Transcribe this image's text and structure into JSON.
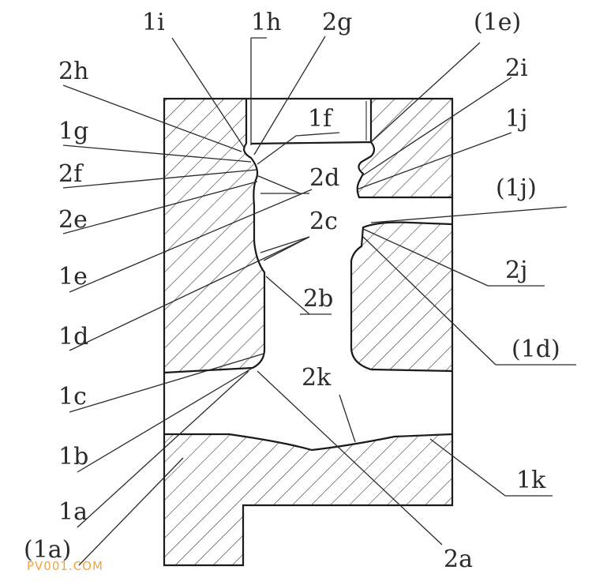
{
  "labels": {
    "l1i": "1i",
    "l1h": "1h",
    "l2g": "2g",
    "l1e_paren_top": "(1e)",
    "l2h": "2h",
    "l2i": "2i",
    "l1f": "1f",
    "l1j": "1j",
    "l1g": "1g",
    "l2f": "2f",
    "l2d": "2d",
    "l1j_paren": "(1j)",
    "l2e": "2e",
    "l2c": "2c",
    "l1e": "1e",
    "l2j": "2j",
    "l2b": "2b",
    "l1d": "1d",
    "l1d_paren": "(1d)",
    "l2k": "2k",
    "l1c": "1c",
    "l1b": "1b",
    "l1k": "1k",
    "l1a": "1a",
    "l1a_paren": "(1a)",
    "l2a": "2a"
  },
  "watermark": "PV001.COM",
  "colors": {
    "line": "#1a1a1a",
    "watermark": "#f2a43a",
    "background": "#ffffff"
  }
}
